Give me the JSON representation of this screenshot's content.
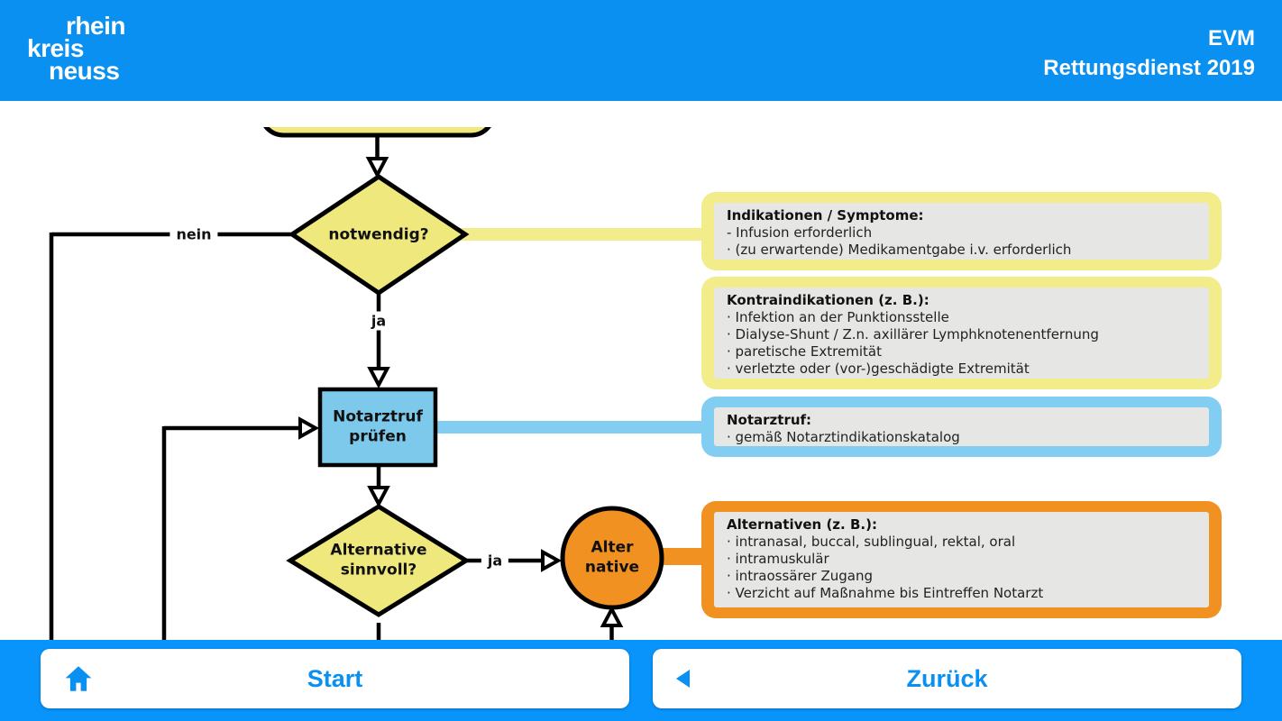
{
  "header": {
    "logo_lines": [
      "rhein",
      "kreis",
      "neuss"
    ],
    "app_title_line1": "EVM",
    "app_title_line2": "Rettungsdienst 2019"
  },
  "flowchart": {
    "nodes": {
      "decision1": "notwendig?",
      "label_nein": "nein",
      "label_ja1": "ja",
      "process1_line1": "Notarztruf",
      "process1_line2": "prüfen",
      "decision2_line1": "Alternative",
      "decision2_line2": "sinnvoll?",
      "label_ja2": "ja",
      "circle_line1": "Alter",
      "circle_line2": "native"
    },
    "info_boxes": [
      {
        "id": "indikationen",
        "accent_color": "#F2EC8A",
        "title": "Indikationen / Symptome:",
        "lines": [
          "- Infusion erforderlich",
          "· (zu erwartende) Medikamentgabe i.v. erforderlich"
        ]
      },
      {
        "id": "kontraindikationen",
        "accent_color": "#F2EC8A",
        "title": "Kontraindikationen (z. B.):",
        "lines": [
          "· Infektion an der Punktionsstelle",
          "· Dialyse-Shunt / Z.n. axillärer Lymphknotenentfernung",
          "· paretische Extremität",
          "· verletzte oder (vor-)geschädigte Extremität"
        ]
      },
      {
        "id": "notarztruf",
        "accent_color": "#82CDF2",
        "title": "Notarztruf:",
        "lines": [
          "· gemäß Notarztindikationskatalog"
        ]
      },
      {
        "id": "alternativen",
        "accent_color": "#F19121",
        "title": "Alternativen (z. B.):",
        "lines": [
          "· intranasal, buccal, sublingual, rektal, oral",
          "· intramuskulär",
          "· intraossärer Zugang",
          "· Verzicht auf Maßnahme bis Eintreffen Notarzt"
        ]
      }
    ]
  },
  "footer": {
    "start_label": "Start",
    "back_label": "Zurück",
    "start_icon": "home",
    "back_icon": "back-arrow"
  },
  "colors": {
    "header_blue": "#0A90F0",
    "footer_blue": "#0994FB",
    "node_yellow": "#EFE87D",
    "accent_yellow": "#F2EC8A",
    "node_blue": "#7CC9EC",
    "accent_blue": "#82CDF2",
    "node_orange": "#F19121",
    "box_gray": "#E6E6E4",
    "line_black": "#000000"
  }
}
